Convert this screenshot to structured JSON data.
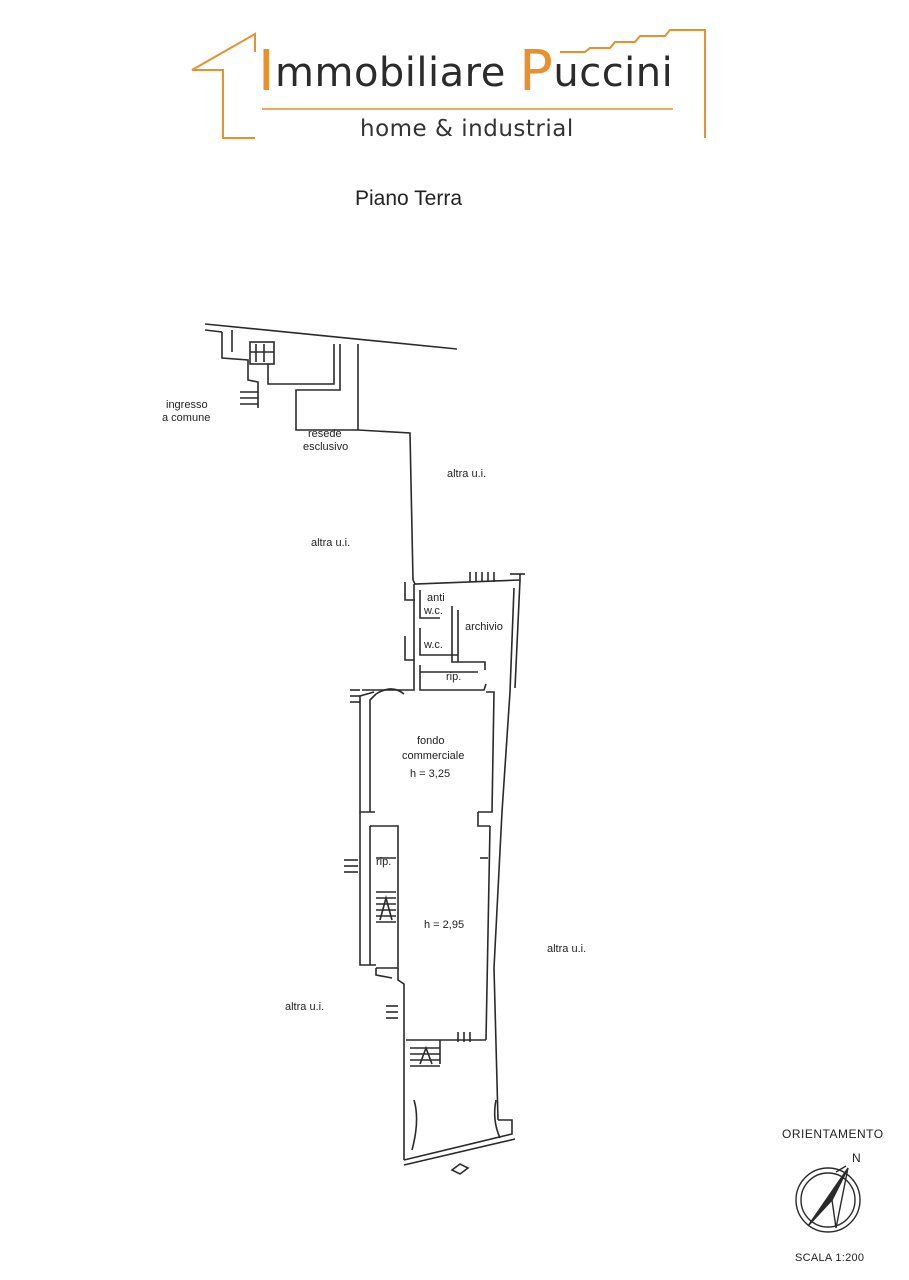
{
  "logo": {
    "first_cap": "I",
    "first_rest": "mmobiliare ",
    "second_cap": "P",
    "second_rest": "uccini",
    "subtitle": "home & industrial",
    "accent_color": "#e8902e"
  },
  "title": "Piano Terra",
  "labels": {
    "ingresso_line1": "ingresso",
    "ingresso_line2": "a comune",
    "resede_line1": "resede",
    "resede_line2": "esclusivo",
    "altra_1": "altra u.i.",
    "altra_2": "altra u.i.",
    "altra_3": "altra u.i.",
    "altra_4": "altra u.i.",
    "anti_line1": "anti",
    "anti_line2": "w.c.",
    "wc": "w.c.",
    "archivio": "archivio",
    "rip_1": "rip.",
    "fondo_line1": "fondo",
    "fondo_line2": "commerciale",
    "h1": "h = 3,25",
    "rip_2": "rip.",
    "h2": "h = 2,95"
  },
  "compass": {
    "title": "ORIENTAMENTO",
    "north": "N",
    "scale": "SCALA 1:200",
    "icon": "compass-rose-icon"
  }
}
